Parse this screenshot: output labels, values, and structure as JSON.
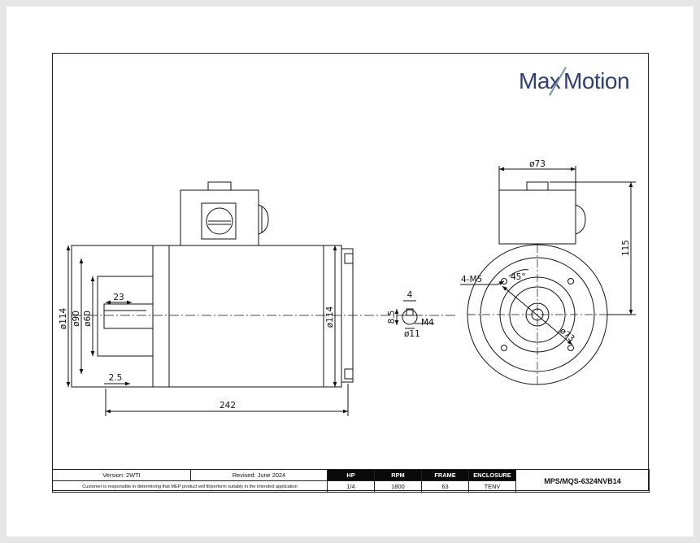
{
  "logo": {
    "part1": "Max",
    "part2": "Motion"
  },
  "dimensions": {
    "d114_left": "ø114",
    "d90": "ø90",
    "d60": "ø60",
    "len23": "23",
    "len2_5": "2.5",
    "len242": "242",
    "d114_body": "ø114",
    "w4": "4",
    "h8_5": "8.5",
    "m4": "M4",
    "d11": "ø11",
    "d73_top": "ø73",
    "h115": "115",
    "holes": "4-M5",
    "angle45": "45°",
    "d73_circle": "ø73"
  },
  "title_block": {
    "version": "Version: 2WTI",
    "revised": "Revised: June 2024",
    "disclaimer": "Customer is responsible in determining that MEP product will fit/perform suitably in the intended application",
    "headers": {
      "hp": "HP",
      "rpm": "RPM",
      "frame": "FRAME",
      "enclosure": "ENCLOSURE"
    },
    "values": {
      "hp": "1/4",
      "rpm": "1800",
      "frame": "63",
      "enclosure": "TENV"
    },
    "model": "MPS/MQS-6324NVB14"
  }
}
